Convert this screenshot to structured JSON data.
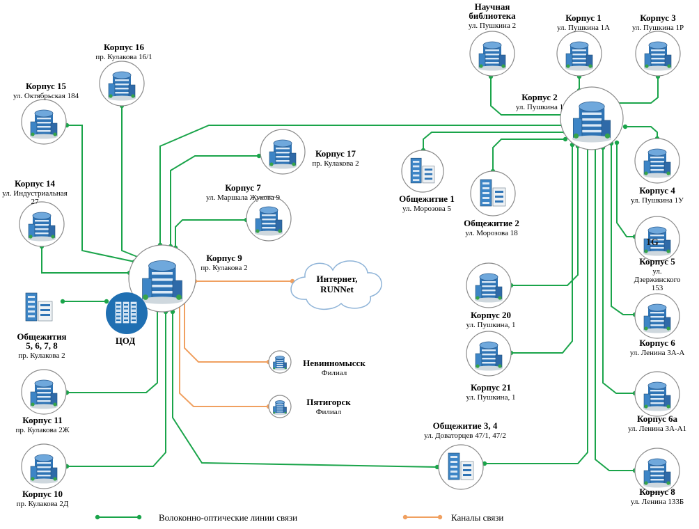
{
  "colors": {
    "fiber": "#1aa44a",
    "channel": "#f0a060",
    "node_ring": "#8a8a8a",
    "building_blue": "#2f74b5",
    "cloud_stroke": "#8fb4d8"
  },
  "nodes": {
    "lib": {
      "name": "Научная\nбиблиотека",
      "addr": "ул. Пушкина 2"
    },
    "k1": {
      "name": "Корпус 1",
      "addr": "ул. Пушкина 1А"
    },
    "k3": {
      "name": "Корпус 3",
      "addr": "ул. Пушкина 1Р"
    },
    "k2": {
      "name": "Корпус 2",
      "addr": "ул. Пушкина 1"
    },
    "k16": {
      "name": "Корпус 16",
      "addr": "пр. Кулакова 16/1"
    },
    "k15": {
      "name": "Корпус 15",
      "addr": "ул. Октябрьская 184"
    },
    "k17": {
      "name": "Корпус 17",
      "addr": "пр. Кулакова 2"
    },
    "k7": {
      "name": "Корпус 7",
      "addr": "ул. Маршала Жукова 9"
    },
    "k14": {
      "name": "Корпус 14",
      "addr": "ул. Индустриальная\n27"
    },
    "k9": {
      "name": "Корпус 9",
      "addr": "пр. Кулакова 2"
    },
    "d1": {
      "name": "Общежитие 1",
      "addr": "ул. Морозова 5"
    },
    "d2": {
      "name": "Общежитие 2",
      "addr": "ул. Морозова 18"
    },
    "k4": {
      "name": "Корпус 4",
      "addr": "ул. Пушкина 1У"
    },
    "k5": {
      "name": "Корпус 5",
      "addr": "ул.\nДзержинского\n153"
    },
    "k6": {
      "name": "Корпус 6",
      "addr": "ул. Ленина 3А-А"
    },
    "k6a": {
      "name": "Корпус 6а",
      "addr": "ул. Ленина 3А-А1"
    },
    "k8": {
      "name": "Корпус 8",
      "addr": "ул. Ленина 133Б"
    },
    "k20": {
      "name": "Корпус 20",
      "addr": "ул. Пушкина, 1"
    },
    "k21": {
      "name": "Корпус 21",
      "addr": "ул. Пушкина, 1"
    },
    "inet": {
      "name": "Интернет,\nRUNNet",
      "addr": ""
    },
    "dorm5": {
      "name": "Общежития\n5, 6, 7, 8",
      "addr": "пр. Кулакова 2"
    },
    "cod": {
      "name": "ЦОД",
      "addr": ""
    },
    "nev": {
      "name": "Невинномысск",
      "addr": "Филиал"
    },
    "pyat": {
      "name": "Пятигорск",
      "addr": "Филиал"
    },
    "k11": {
      "name": "Корпус 11",
      "addr": "пр. Кулакова 2Ж"
    },
    "d34": {
      "name": "Общежитие 3, 4",
      "addr": "ул. Доваторцев 47/1, 47/2"
    },
    "k10": {
      "name": "Корпус 10",
      "addr": "пр. Кулакова 2Д"
    }
  },
  "k5_badge": "1G",
  "legend": {
    "fiber_label": "Волоконно-оптические линии  связи",
    "channel_label": "Каналы связи"
  }
}
